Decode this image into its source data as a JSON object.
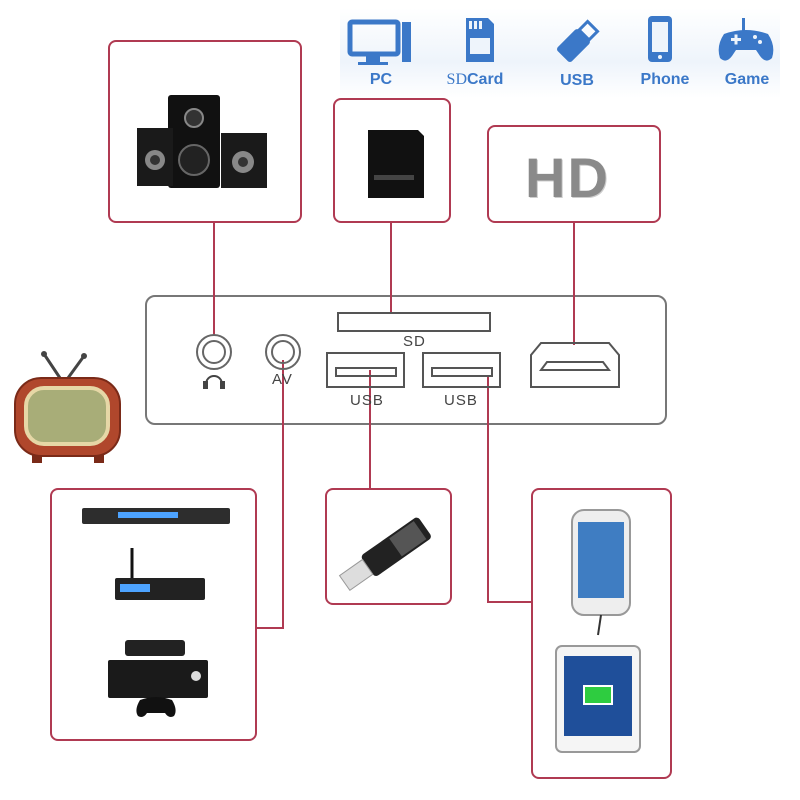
{
  "legend": {
    "items": [
      {
        "label": "PC",
        "icon": "monitor-icon"
      },
      {
        "label_prefix": "SD",
        "label_suffix": "Card",
        "icon": "sd-card-icon"
      },
      {
        "label": "USB",
        "icon": "usb-stick-icon"
      },
      {
        "label": "Phone",
        "icon": "phone-icon"
      },
      {
        "label": "Game",
        "icon": "gamepad-icon"
      }
    ]
  },
  "hd_box": {
    "text": "HD"
  },
  "panel": {
    "ports": {
      "headphone_icon": "headphone-icon",
      "av_label": "AV",
      "sd_label": "SD",
      "usb1_label": "USB",
      "usb2_label": "USB"
    }
  },
  "colors": {
    "accent_border": "#b03a52",
    "legend_text": "#3b78c8",
    "panel_border": "#777777"
  }
}
